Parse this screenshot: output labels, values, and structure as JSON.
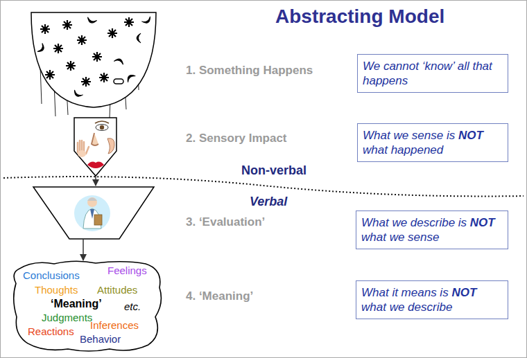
{
  "diagram": {
    "title": "Abstracting Model",
    "nodes": [
      {
        "text": [
          "We cannot ‘know’ all that happens"
        ]
      },
      {
        "text": [
          "What we sense is NOT what happened"
        ]
      },
      {
        "text": [
          "What we describe is NOT what we sense"
        ]
      },
      {
        "text": [
          "Conclusions",
          "Feelings",
          "Thoughts",
          "Attitudes",
          "‘Meaning’",
          "etc.",
          "Judgments",
          "Inferences",
          "Reactions",
          "Behavior"
        ]
      },
      {
        "text": [
          "What it means is NOT what we describe"
        ]
      }
    ],
    "labels": [
      "1. Something Happens",
      "2. Sensory Impact",
      "Non-verbal",
      "Verbal",
      "3. ‘Evaluation’",
      "4. ‘Meaning’"
    ]
  }
}
